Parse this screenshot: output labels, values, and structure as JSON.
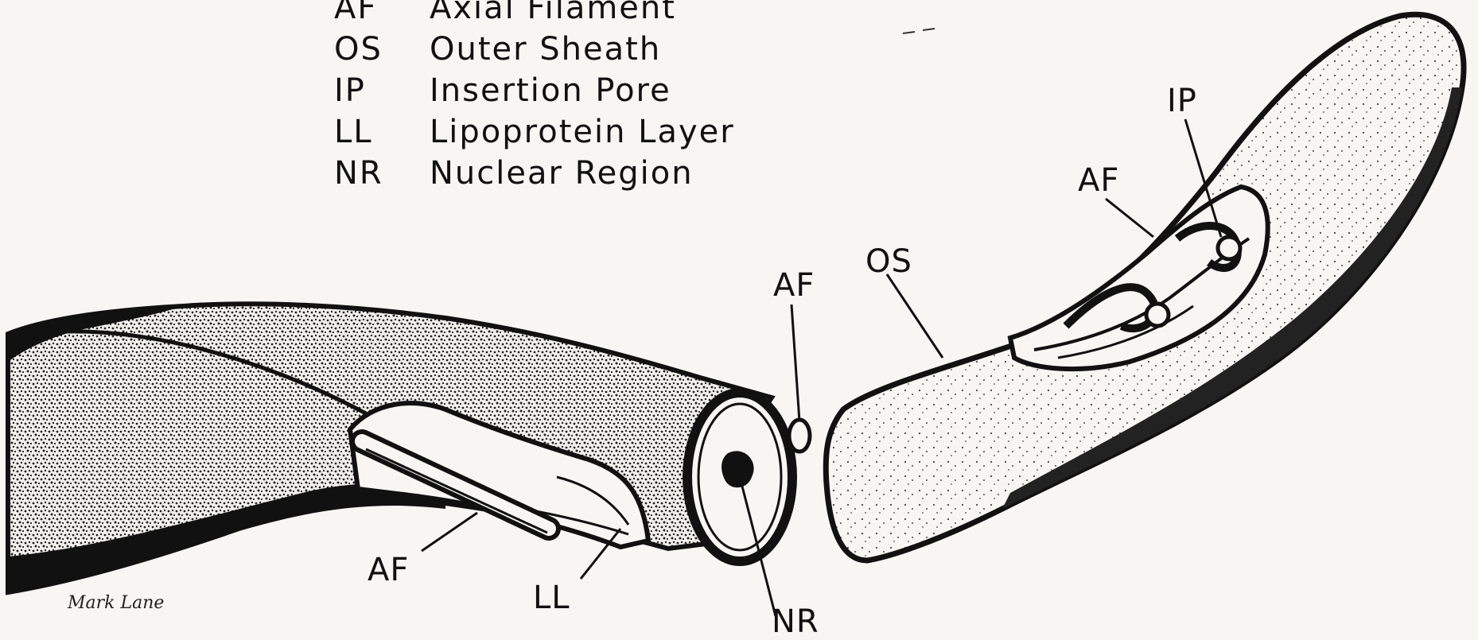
{
  "legend": [
    {
      "abbr": "AF",
      "term": "Axial Filament"
    },
    {
      "abbr": "OS",
      "term": "Outer Sheath"
    },
    {
      "abbr": "IP",
      "term": "Insertion Pore"
    },
    {
      "abbr": "LL",
      "term": "Lipoprotein Layer"
    },
    {
      "abbr": "NR",
      "term": "Nuclear Region"
    }
  ],
  "labels": {
    "af_bottom": "AF",
    "ll": "LL",
    "nr": "NR",
    "af_end": "AF",
    "os": "OS",
    "af_right": "AF",
    "ip": "IP"
  },
  "signature": "Mark Lane",
  "colors": {
    "ink": "#111111",
    "paper": "#f7f6f3",
    "stipple": "#3a3a3a"
  }
}
